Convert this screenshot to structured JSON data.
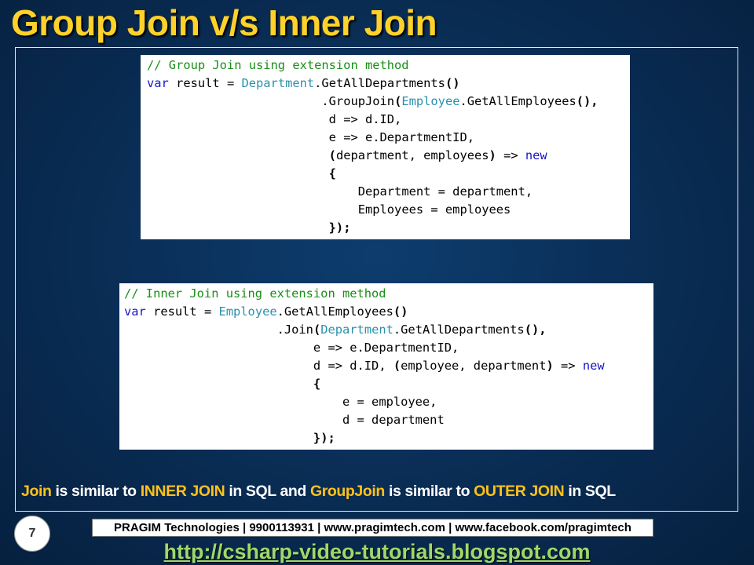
{
  "slide": {
    "title": "Group Join v/s Inner Join",
    "number": "7"
  },
  "code_group_join": {
    "comment": "// Group Join using extension method",
    "kw_var": "var",
    "txt_result": " result = ",
    "type_department": "Department",
    "txt_get_all_departments": ".GetAllDepartments",
    "paren_empty": "()",
    "indent_l2": "                        ",
    "txt_group_join": ".GroupJoin",
    "paren_open": "(",
    "type_employee": "Employee",
    "txt_get_all_employees": ".GetAllEmployees",
    "paren_close_comma": "(),",
    "indent_l3": "                         ",
    "lambda_d": "d => d.ID,",
    "lambda_e": "e => e.DepartmentID,",
    "result_params": "department, employees",
    "paren_close": ")",
    "arrow": " => ",
    "kw_new": "new",
    "brace_open": "{",
    "indent_l4": "                             ",
    "assign_department": "Department = department,",
    "assign_employees": "Employees = employees",
    "brace_close": "});"
  },
  "code_inner_join": {
    "comment": "// Inner Join using extension method",
    "kw_var": "var",
    "txt_result": " result = ",
    "type_employee": "Employee",
    "txt_get_all_employees": ".GetAllEmployees",
    "paren_empty": "()",
    "indent_l2": "                     ",
    "txt_join": ".Join",
    "paren_open": "(",
    "type_department": "Department",
    "txt_get_all_departments": ".GetAllDepartments",
    "paren_close_comma": "(),",
    "indent_l3": "                          ",
    "lambda_e": "e => e.DepartmentID,",
    "lambda_d": "d => d.ID, ",
    "result_params": "employee, department",
    "paren_close": ")",
    "arrow": " => ",
    "kw_new": "new",
    "brace_open": "{",
    "indent_l4": "                              ",
    "assign_e": "e = employee,",
    "assign_d": "d = department",
    "brace_close": "});"
  },
  "summary": {
    "join": "Join",
    "text1": " is similar to ",
    "inner_join": "INNER JOIN",
    "text2": " in SQL and ",
    "group_join": "GroupJoin",
    "text3": " is similar to ",
    "outer_join": "OUTER JOIN",
    "text4": " in SQL"
  },
  "footer": {
    "info": "PRAGIM Technologies | 9900113931 | www.pragimtech.com | www.facebook.com/pragimtech",
    "link": "http://csharp-video-tutorials.blogspot.com"
  },
  "colors": {
    "title": "#ffd22a",
    "highlight": "#ffc21a",
    "comment": "#188f18",
    "keyword": "#1515c8",
    "type": "#2b91af",
    "link": "#9ed86a",
    "background": "#0a2f58"
  }
}
